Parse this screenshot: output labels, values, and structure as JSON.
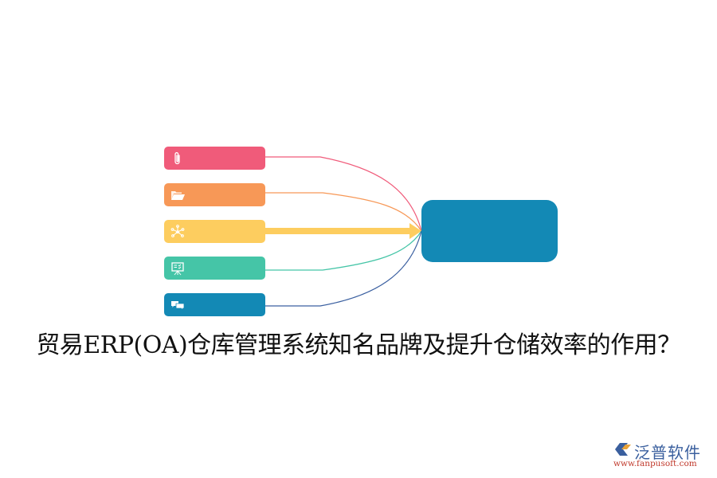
{
  "diagram": {
    "title": "贸易ERP(OA)仓库管理系统知名品牌及提升仓储效率的作用？",
    "nodes": [
      {
        "id": "n1",
        "icon": "paperclip-icon",
        "color": "#f05b7a",
        "label": ""
      },
      {
        "id": "n2",
        "icon": "folder-open-icon",
        "color": "#f79857",
        "label": ""
      },
      {
        "id": "n3",
        "icon": "network-icon",
        "color": "#fdcd5f",
        "label": ""
      },
      {
        "id": "n4",
        "icon": "presentation-board-icon",
        "color": "#45c5a7",
        "label": ""
      },
      {
        "id": "n5",
        "icon": "chat-bubbles-icon",
        "color": "#1389b5",
        "label": ""
      }
    ],
    "main_node": {
      "color": "#1389b5",
      "label": ""
    },
    "connector_colors": [
      "#f05b7a",
      "#f79857",
      "#fdcd5f",
      "#45c5a7",
      "#3a5fa0"
    ]
  },
  "watermark": {
    "brand": "泛普软件",
    "url": "www.fanpusoft.com"
  }
}
